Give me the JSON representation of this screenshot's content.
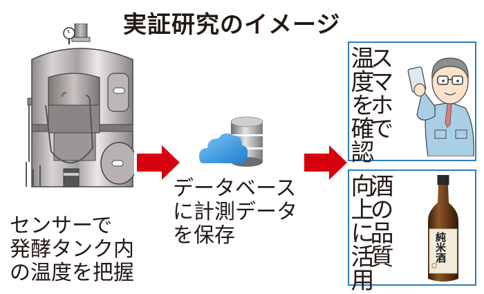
{
  "title": "実証研究のイメージ",
  "steps": [
    {
      "id": "sensor",
      "illustration": "fermentation-tank",
      "caption_lines": [
        "センサーで",
        "発酵タンク内",
        "の温度を把握"
      ]
    },
    {
      "id": "database",
      "illustration": "cloud-database",
      "caption_lines": [
        "データベース",
        "に計測データ",
        "を保存"
      ]
    },
    {
      "id": "outcomes",
      "boxes": [
        {
          "illustration": "man-with-smartphone",
          "vertical_text_columns": [
            "スマホで",
            "温度を確認"
          ]
        },
        {
          "illustration": "sake-bottle",
          "bottle_label": "純米酒",
          "vertical_text_columns": [
            "酒の品質",
            "向上に活用"
          ]
        }
      ]
    }
  ],
  "colors": {
    "arrow": "#d7000f",
    "box_border": "#2b7fc0",
    "text": "#231815",
    "cloud": "#3a9be0",
    "jacket": "#a9cfe6"
  }
}
